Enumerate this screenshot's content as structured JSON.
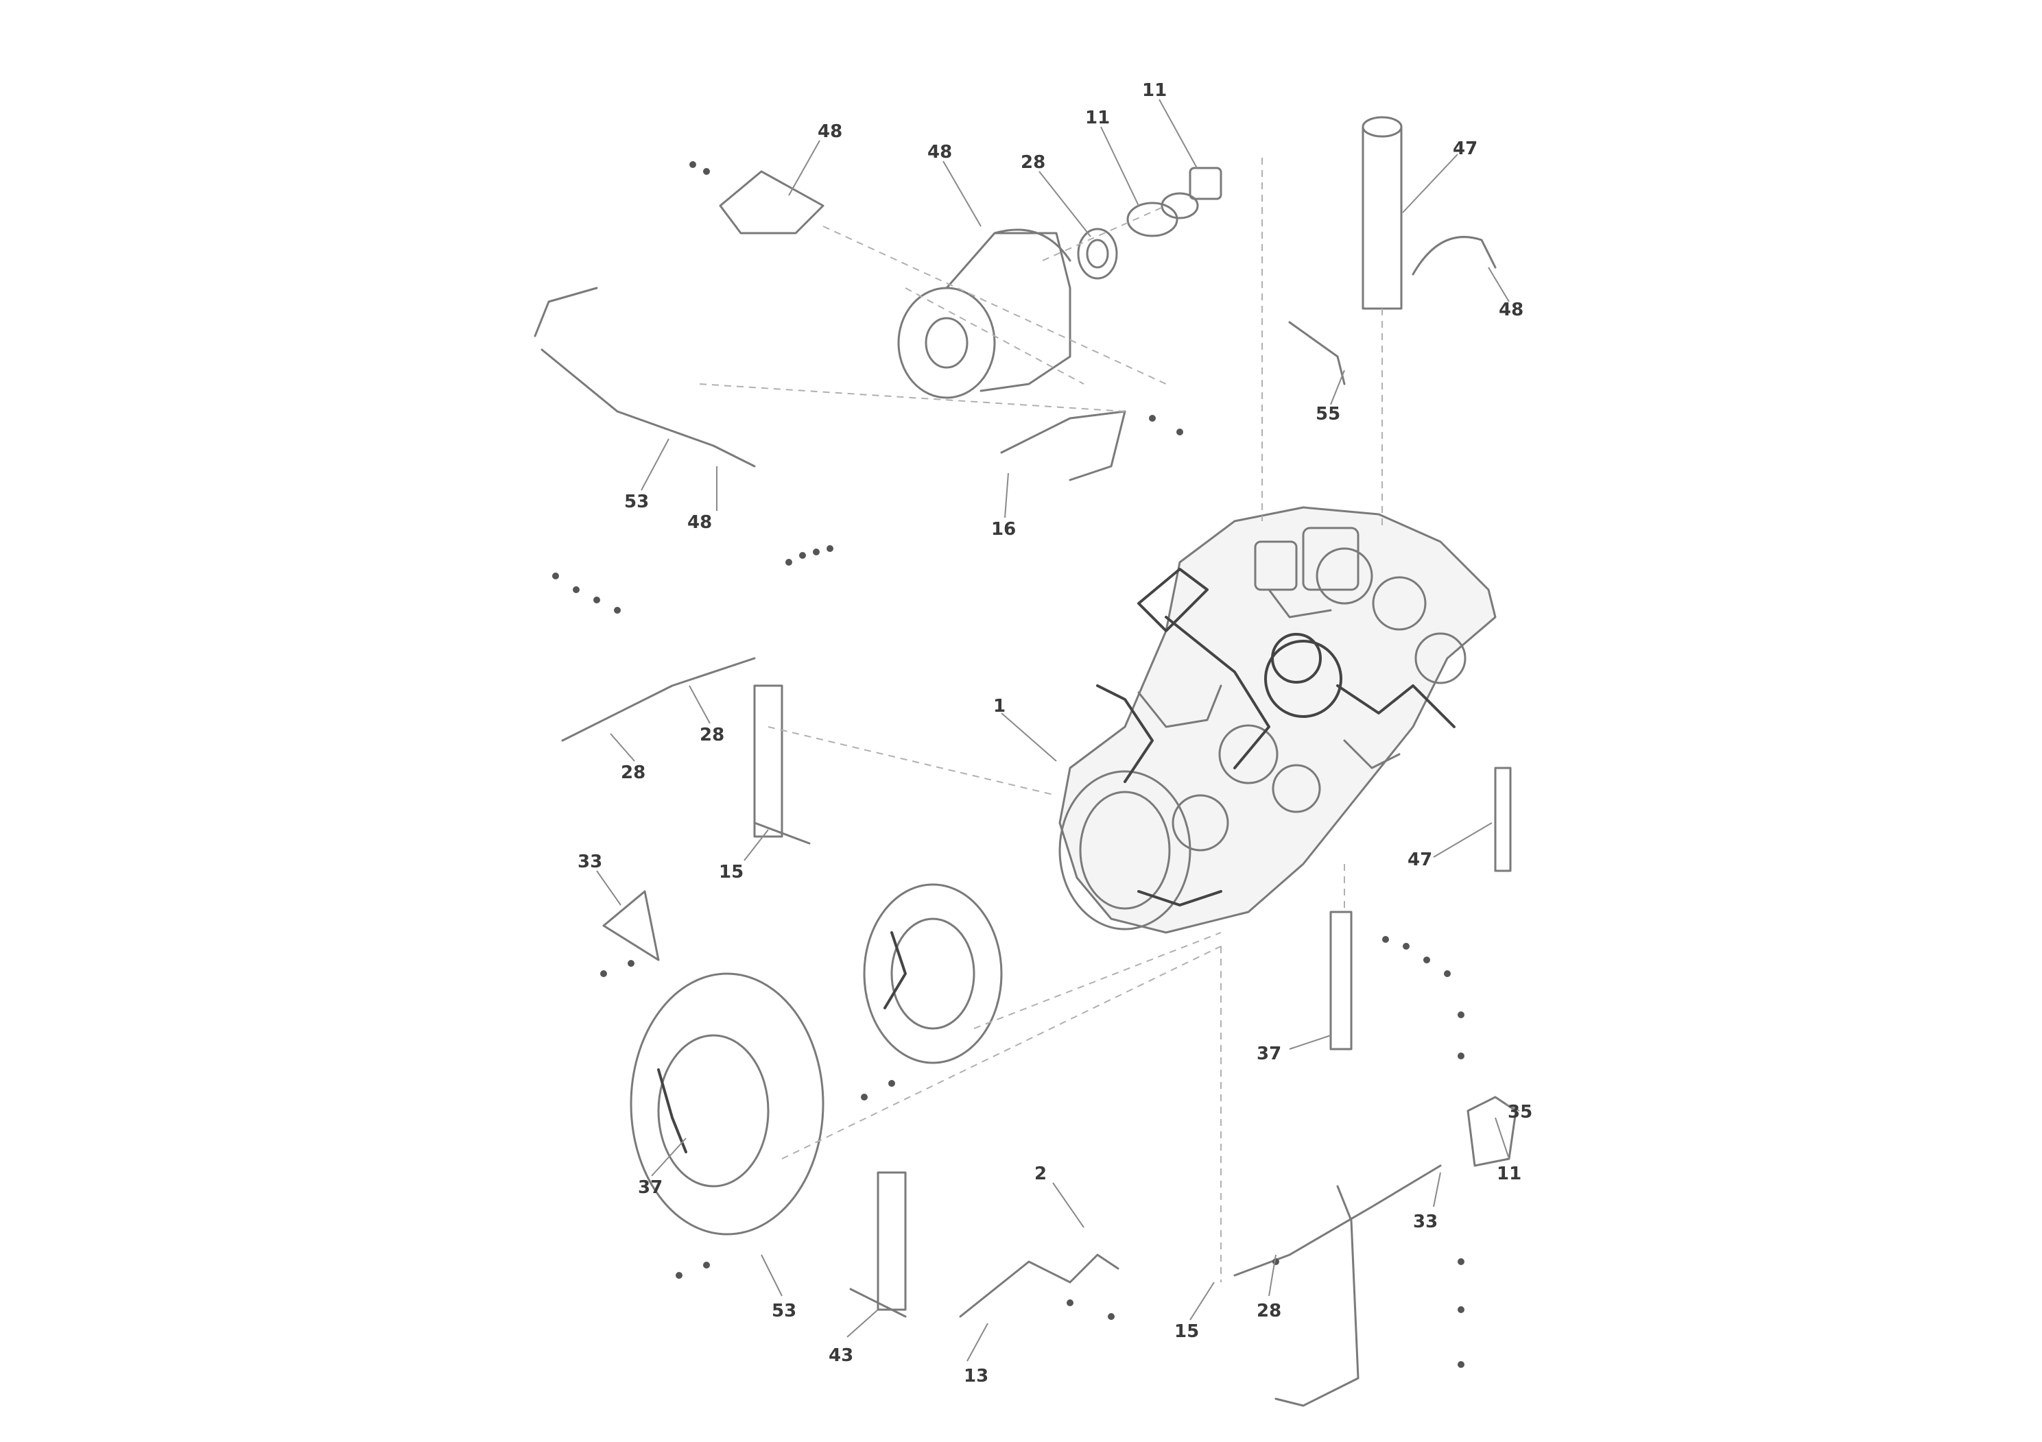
{
  "callouts": [
    {
      "id": "c1",
      "text": "48"
    },
    {
      "id": "c2",
      "text": "48"
    },
    {
      "id": "c3",
      "text": "28"
    },
    {
      "id": "c4",
      "text": "11"
    },
    {
      "id": "c5",
      "text": "11"
    },
    {
      "id": "c6",
      "text": "47"
    },
    {
      "id": "c7",
      "text": "48"
    },
    {
      "id": "c8",
      "text": "55"
    },
    {
      "id": "c9",
      "text": "53"
    },
    {
      "id": "c10",
      "text": "48"
    },
    {
      "id": "c11",
      "text": "16"
    },
    {
      "id": "c12",
      "text": "1"
    },
    {
      "id": "c13",
      "text": "28"
    },
    {
      "id": "c14",
      "text": "28"
    },
    {
      "id": "c15",
      "text": "15"
    },
    {
      "id": "c16",
      "text": "47"
    },
    {
      "id": "c17",
      "text": "33"
    },
    {
      "id": "c18",
      "text": "37"
    },
    {
      "id": "c19",
      "text": "2"
    },
    {
      "id": "c20",
      "text": "37"
    },
    {
      "id": "c21",
      "text": "53"
    },
    {
      "id": "c22",
      "text": "43"
    },
    {
      "id": "c23",
      "text": "13"
    },
    {
      "id": "c24",
      "text": "15"
    },
    {
      "id": "c25",
      "text": "28"
    },
    {
      "id": "c26",
      "text": "11"
    },
    {
      "id": "c27",
      "text": "33"
    },
    {
      "id": "c28",
      "text": "35"
    }
  ]
}
